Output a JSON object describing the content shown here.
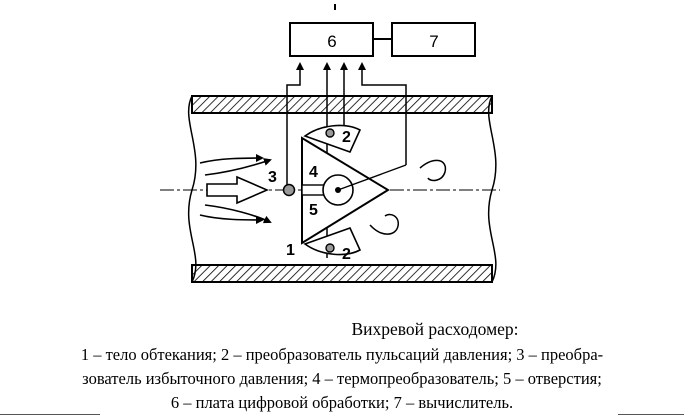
{
  "diagram": {
    "block_labels": {
      "board": "6",
      "computer": "7"
    },
    "part_labels": {
      "bluff_body": "1",
      "pulsation_transducer_top": "2",
      "pulsation_transducer_bottom": "2",
      "overpressure_transducer": "3",
      "thermo_transducer": "4",
      "holes": "5"
    }
  },
  "caption": {
    "title": "Вихревой расходомер:",
    "line_1": "1 – тело обтекания; 2 – преобразователь пульсаций давления; 3 – преобра-",
    "line_2": "зователь избыточного давления; 4 – термопреобразователь; 5 – отверстия;",
    "line_3": "6 – плата цифровой обработки; 7 – вычислитель."
  }
}
